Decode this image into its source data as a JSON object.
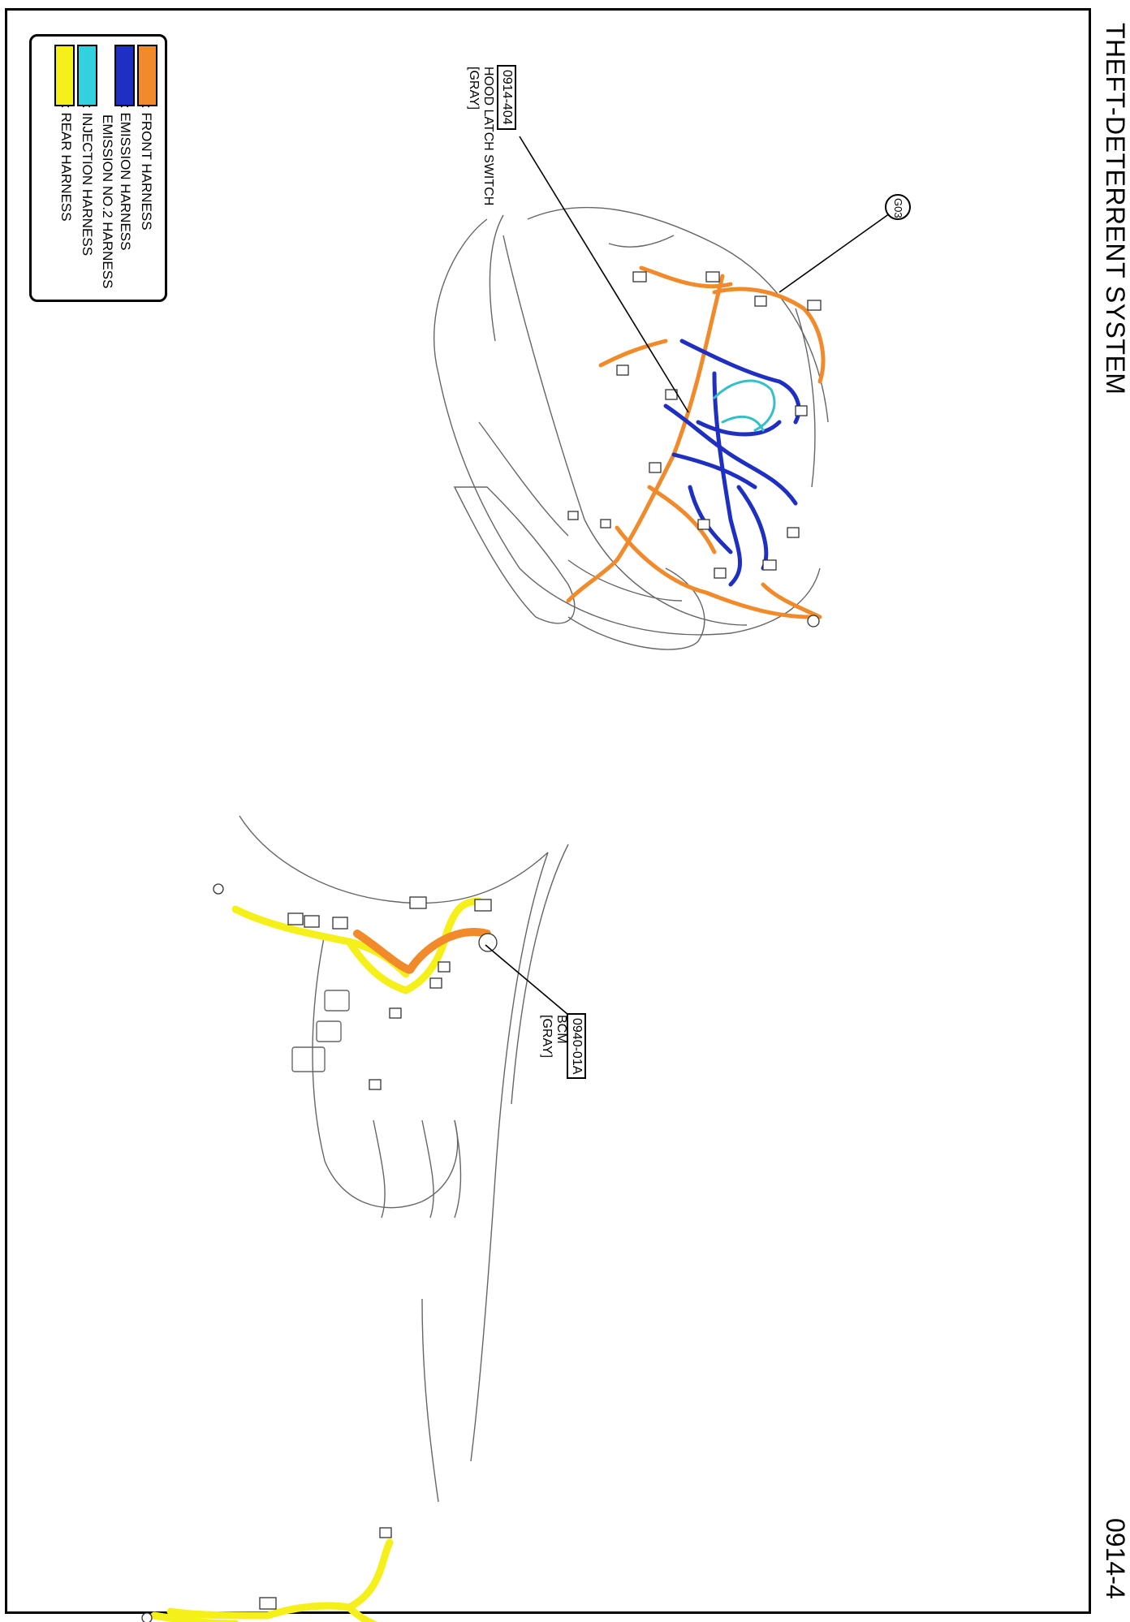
{
  "page": {
    "title": "THEFT-DETERRENT SYSTEM",
    "page_number": "0914-4"
  },
  "legend": {
    "items": [
      {
        "color": "#f08a2a",
        "label": ": FRONT HARNESS"
      },
      {
        "color": "#1f2fc2",
        "label": ": EMISSION HARNESS",
        "label2": "EMISSION NO.2 HARNESS"
      },
      {
        "color": "#33d0e0",
        "label": ": INJECTION HARNESS"
      },
      {
        "color": "#f5f01a",
        "label": ": REAR HARNESS"
      }
    ]
  },
  "callouts": {
    "hood_latch": {
      "code": "0914-404",
      "line1": "HOOD LATCH SWITCH",
      "line2": "[GRAY]"
    },
    "ground": {
      "code": "G03"
    },
    "bcm": {
      "code": "0940-01A",
      "line1": "BCM",
      "line2": "[GRAY]"
    }
  },
  "colors": {
    "front": "#f08a2a",
    "emission": "#1f2fc2",
    "injection": "#33c0c8",
    "rear": "#f5f01a",
    "outline": "#555555"
  }
}
